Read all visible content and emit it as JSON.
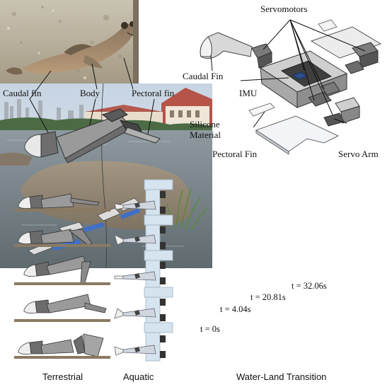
{
  "fish_labels": {
    "caudal": "Caudal fin",
    "body": "Body",
    "pectoral": "Pectoral fin"
  },
  "exploded_labels": {
    "servomotors": "Servomotors",
    "caudal_fin": "Caudal Fin",
    "imu": "IMU",
    "silicone": "Silicone\nMaterial",
    "pectoral_fin": "Pectoral Fin",
    "servo_arm": "Servo Arm"
  },
  "captions": {
    "terrestrial": "Terrestrial",
    "aquatic": "Aquatic",
    "transition": "Water-Land Transition"
  },
  "time_labels": [
    "t = 0s",
    "t = 4.04s",
    "t = 20.81s",
    "t = 32.06s"
  ]
}
